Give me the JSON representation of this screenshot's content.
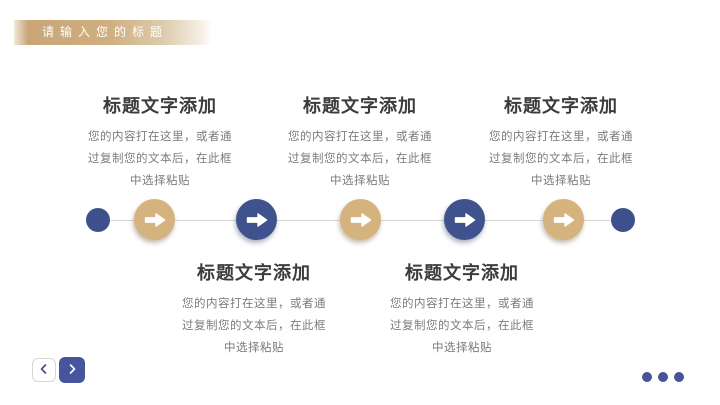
{
  "slide": {
    "title_banner": {
      "text": "请输入您的标题"
    },
    "top_blocks": [
      {
        "title": "标题文字添加",
        "body_lines": [
          "您的内容打在这里，或者通",
          "过复制您的文本后，在此框",
          "中选择粘贴"
        ]
      },
      {
        "title": "标题文字添加",
        "body_lines": [
          "您的内容打在这里，或者通",
          "过复制您的文本后，在此框",
          "中选择粘贴"
        ]
      },
      {
        "title": "标题文字添加",
        "body_lines": [
          "您的内容打在这里，或者通",
          "过复制您的文本后，在此框",
          "中选择粘贴"
        ]
      }
    ],
    "bottom_blocks": [
      {
        "title": "标题文字添加",
        "body_lines": [
          "您的内容打在这里，或者通",
          "过复制您的文本后，在此框",
          "中选择粘贴"
        ]
      },
      {
        "title": "标题文字添加",
        "body_lines": [
          "您的内容打在这里，或者通",
          "过复制您的文本后，在此框",
          "中选择粘贴"
        ]
      }
    ],
    "timeline": {
      "node_sequence": [
        "end-dot",
        "arrow-step",
        "arrow-step",
        "arrow-step",
        "arrow-step",
        "arrow-step",
        "end-dot"
      ],
      "node_colors": [
        "#3e508c",
        "#d4b37e",
        "#3f528e",
        "#d4b37e",
        "#3f528e",
        "#d4b37e",
        "#3e508c"
      ],
      "step_icon": "arrow-right-icon",
      "line_color": "#d8d8d8"
    },
    "navigation": {
      "back_icon": "chevron-left-icon",
      "forward_icon": "chevron-right-icon"
    },
    "pagination": {
      "dot_count": 3,
      "dot_color": "#44549a"
    },
    "colors": {
      "banner_gold": "#cfae80",
      "gold_accent": "#d4b37e",
      "blue_accent": "#3f528e",
      "title_text": "#3c3c3c",
      "body_text": "#7c7c7c"
    }
  }
}
